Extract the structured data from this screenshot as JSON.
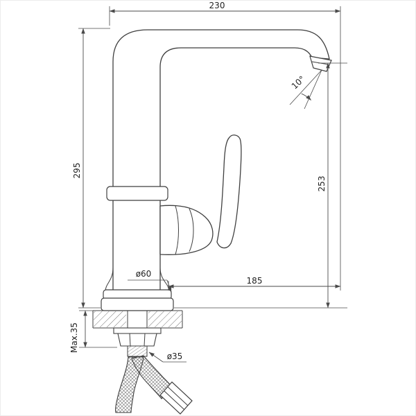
{
  "drawing": {
    "dim_width_top": "230",
    "dim_height_left": "295",
    "dim_height_right": "253",
    "dim_angle": "10°",
    "dim_base_diameter": "ø60",
    "dim_reach": "185",
    "dim_mount": "Max.35",
    "dim_hole_diameter": "ø35"
  },
  "colors": {
    "line": "#3f3f3f",
    "dimension": "#4a4a4a",
    "background": "#ffffff"
  }
}
